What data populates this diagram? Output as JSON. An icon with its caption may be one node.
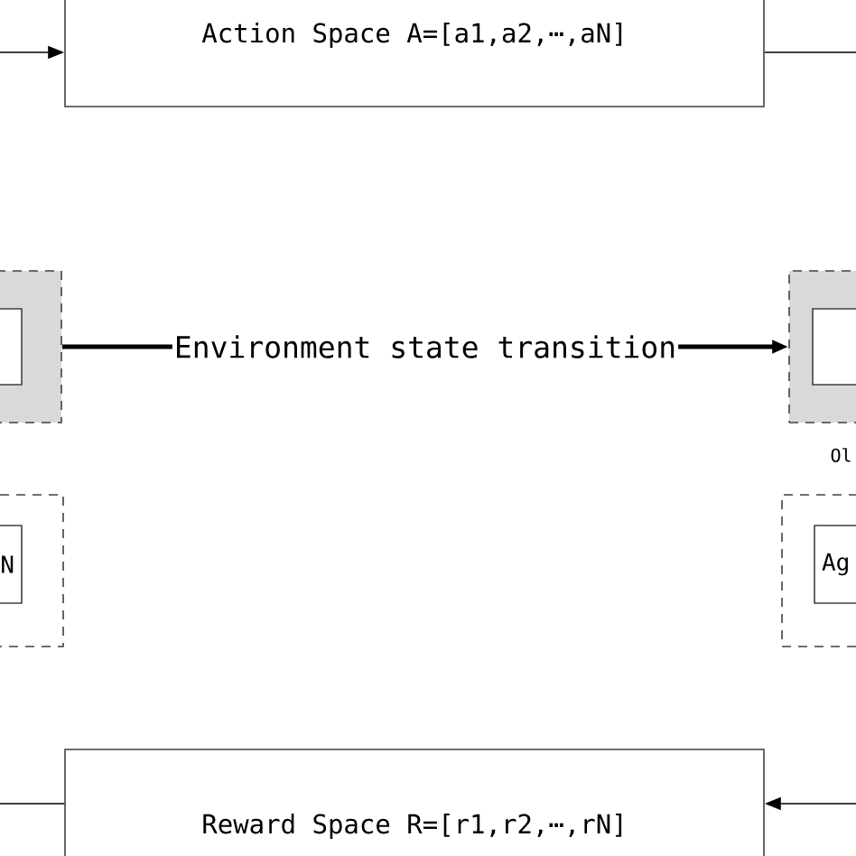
{
  "diagram": {
    "nodes": [
      {
        "text": [
          "Action Space A=[a1,a2,⋯,aN]"
        ]
      },
      {
        "text": [],
        "shape": "box"
      },
      {
        "text": [],
        "shape": "box",
        "in": 1
      },
      {
        "text": [],
        "shape": "box"
      },
      {
        "text": [],
        "shape": "box",
        "in": 3
      },
      {
        "text": [],
        "shape": "box"
      },
      {
        "text": [
          "N"
        ],
        "in": 5
      },
      {
        "text": [],
        "shape": "box"
      },
      {
        "text": [
          "Ag"
        ],
        "in": 7
      },
      {
        "text": [
          "Reward Space R=[r1,r2,⋯,rN]"
        ]
      }
    ],
    "edges": [
      {
        "from": null,
        "to": 0,
        "arrow": "to"
      },
      {
        "from": 0,
        "to": null,
        "arrow": "none"
      },
      {
        "from": 1,
        "to": 3,
        "arrow": "to",
        "label": "Environment state transition",
        "style": "thick"
      },
      {
        "from": 9,
        "to": null,
        "arrow": "none"
      },
      {
        "from": null,
        "to": 9,
        "arrow": "to"
      }
    ],
    "labels": [
      "Ol"
    ]
  }
}
